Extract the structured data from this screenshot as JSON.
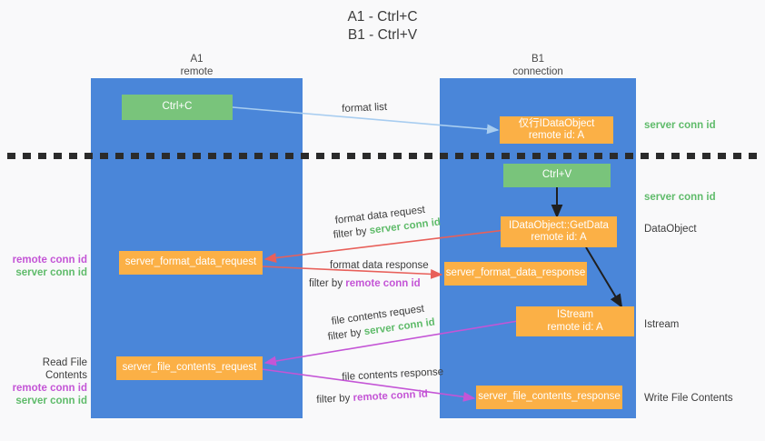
{
  "title": {
    "line1": "A1 - Ctrl+C",
    "line2": "B1 - Ctrl+V"
  },
  "colors": {
    "lane": "#4a86d9",
    "green_box": "#79c47b",
    "orange_box": "#fbb046",
    "server_conn_id": "#5fbb6a",
    "remote_conn_id": "#c455d6",
    "red_arrow": "#e8605a",
    "purple_arrow": "#c455d6",
    "blue_arrow": "#a8cdf0",
    "black_arrow": "#1f1f1f",
    "background": "#f9f9fa"
  },
  "lanes": [
    {
      "name": "A1",
      "subtitle": "remote"
    },
    {
      "name": "B1",
      "subtitle": "connection"
    }
  ],
  "boxes": {
    "ctrl_c": {
      "label": "Ctrl+C",
      "kind": "green"
    },
    "ctrl_v": {
      "label": "Ctrl+V",
      "kind": "green"
    },
    "idataobject": {
      "line1": "仅行IDataObject",
      "line2": "remote id: A",
      "kind": "orange"
    },
    "getdata": {
      "line1": "IDataObject::GetData",
      "line2": "remote id: A",
      "kind": "orange"
    },
    "istream": {
      "line1": "IStream",
      "line2": "remote id: A",
      "kind": "orange"
    },
    "server_format_data_request": {
      "label": "server_format_data_request",
      "kind": "orange"
    },
    "server_format_data_response": {
      "label": "server_format_data_response",
      "kind": "orange"
    },
    "server_file_contents_request": {
      "label": "server_file_contents_request",
      "kind": "orange"
    },
    "server_file_contents_response": {
      "label": "server_file_contents_response",
      "kind": "orange"
    }
  },
  "right_notes": [
    {
      "text": "server conn id",
      "style": "green"
    },
    {
      "text": "server conn id",
      "style": "green"
    },
    {
      "text": "DataObject",
      "style": "plain"
    },
    {
      "text": "Istream",
      "style": "plain"
    },
    {
      "text": "Write File Contents",
      "style": "plain"
    }
  ],
  "left_notes": {
    "format_block": [
      {
        "text": "remote conn id",
        "style": "purple"
      },
      {
        "text": "server conn id",
        "style": "green"
      }
    ],
    "file_block_title": "Read File Contents",
    "file_block": [
      {
        "text": "remote conn id",
        "style": "purple"
      },
      {
        "text": "server conn id",
        "style": "green"
      }
    ]
  },
  "edge_labels": {
    "format_list": "format list",
    "format_data_request": "format data request",
    "format_data_request_filter_prefix": "filter by ",
    "format_data_request_filter_value": "server conn id",
    "format_data_response": "format data response",
    "format_data_response_filter_prefix": "filter by ",
    "format_data_response_filter_value": "remote conn id",
    "file_contents_request": "file contents request",
    "file_contents_request_filter_prefix": "filter by ",
    "file_contents_request_filter_value": "server conn id",
    "file_contents_response": "file contents response",
    "file_contents_response_filter_prefix": "filter by ",
    "file_contents_response_filter_value": "remote conn id"
  }
}
